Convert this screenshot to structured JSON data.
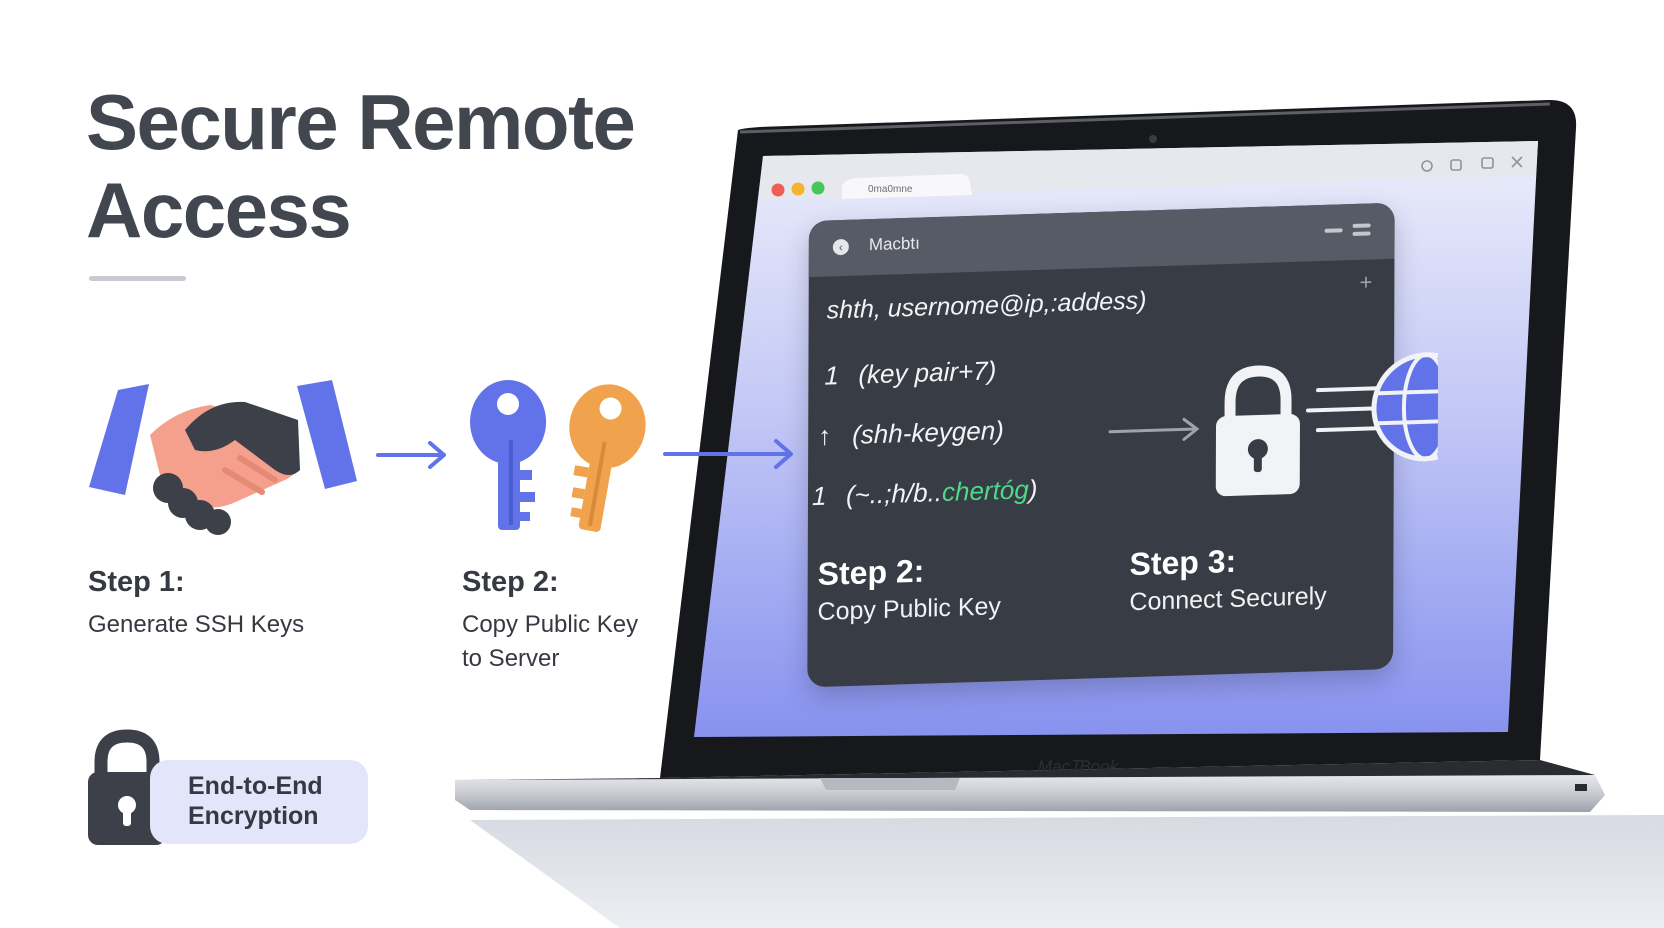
{
  "heading": {
    "line1": "Secure Remote",
    "line2": "Access"
  },
  "steps": [
    {
      "title": "Step 1:",
      "description": "Generate SSH Keys",
      "icon": "handshake-icon"
    },
    {
      "title": "Step 2:",
      "description_line1": "Copy Public Key",
      "description_line2": "to Server",
      "icon": "keys-icon"
    }
  ],
  "badge": {
    "line1": "End-to-End",
    "line2": "Encryption",
    "icon": "padlock-icon"
  },
  "browser": {
    "tab_label": "0ma0mne"
  },
  "terminal": {
    "window_title": "Macbtı",
    "command": "shth, usernome@ip,:addess)",
    "lines": [
      {
        "num": "1",
        "text": "(key pair+7)"
      },
      {
        "num": "↑",
        "text": "(shh-keygen)"
      },
      {
        "num": "1",
        "text_prefix": "(~..;h/b..",
        "text_highlight": "chertóg",
        "text_suffix": ")"
      }
    ],
    "steps": [
      {
        "title": "Step 2:",
        "description": "Copy Public Key"
      },
      {
        "title": "Step 3:",
        "description": "Connect Securely"
      }
    ]
  },
  "device": {
    "label": "MacꞮBook"
  },
  "colors": {
    "accent_blue": "#6272e8",
    "accent_orange": "#f0a24c",
    "skin": "#f4a08c",
    "dark": "#3d4048",
    "terminal_bg": "#383c44",
    "highlight_green": "#4ed98a",
    "screen_gradient_top": "#e6e8f8",
    "screen_gradient_bottom": "#8d97f0"
  }
}
